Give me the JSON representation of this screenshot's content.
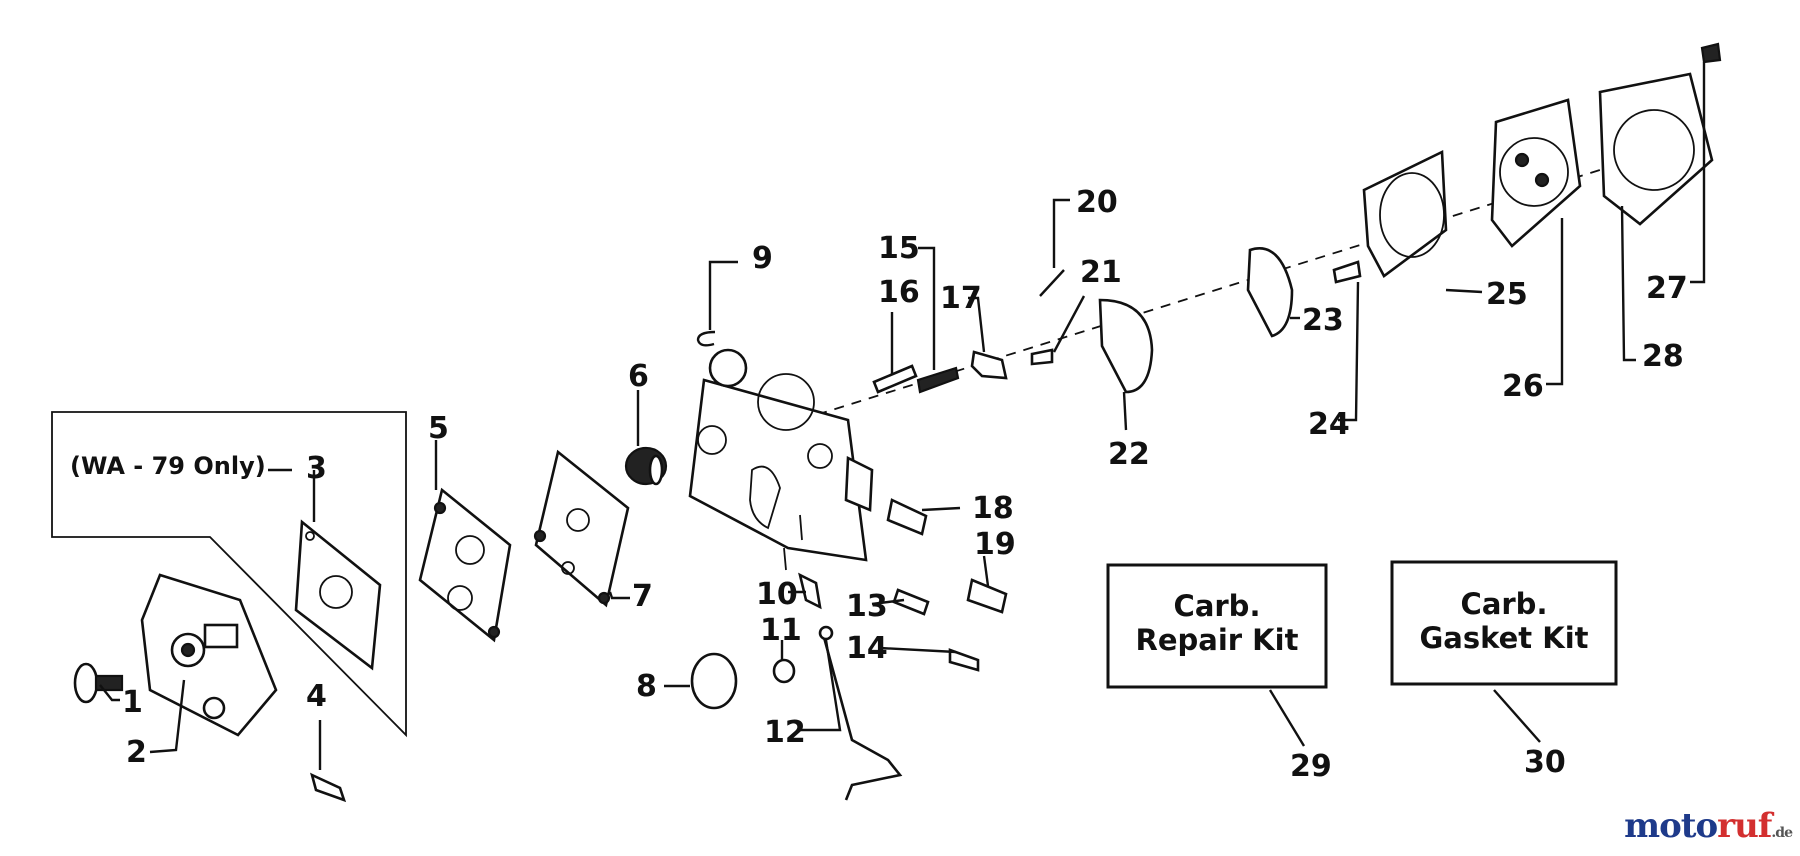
{
  "note_label": "(WA - 79 Only)",
  "callouts": [
    "1",
    "2",
    "3",
    "4",
    "5",
    "6",
    "7",
    "8",
    "9",
    "10",
    "11",
    "12",
    "13",
    "14",
    "15",
    "16",
    "17",
    "18",
    "19",
    "20",
    "21",
    "22",
    "23",
    "24",
    "25",
    "26",
    "27",
    "28",
    "29",
    "30"
  ],
  "kits": [
    {
      "line1": "Carb.",
      "line2": "Repair Kit"
    },
    {
      "line1": "Carb.",
      "line2": "Gasket Kit"
    }
  ],
  "watermark": {
    "main_a": "moto",
    "main_b": "ruf",
    "suffix": ".de",
    "color_a": "#1e3a8a",
    "color_b": "#d32f2f"
  }
}
